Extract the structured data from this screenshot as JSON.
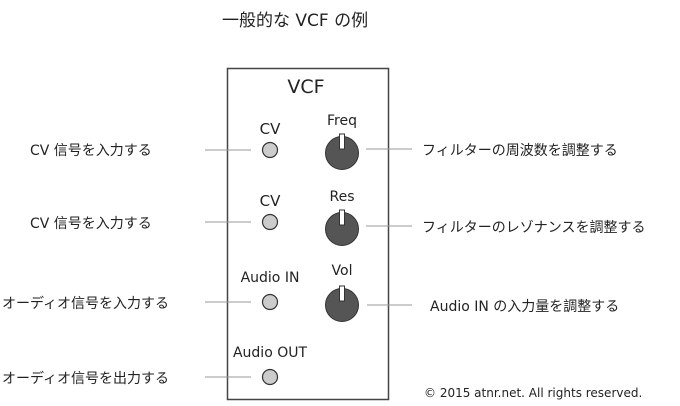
{
  "title": "一般的な VCF の例",
  "module": {
    "name": "VCF",
    "jacks": [
      {
        "label": "CV",
        "description": "CV 信号を入力する"
      },
      {
        "label": "CV",
        "description": "CV 信号を入力する"
      },
      {
        "label": "Audio IN",
        "description": "オーディオ信号を入力する"
      },
      {
        "label": "Audio OUT",
        "description": "オーディオ信号を出力する"
      }
    ],
    "knobs": [
      {
        "label": "Freq",
        "description": "フィルターの周波数を調整する"
      },
      {
        "label": "Res",
        "description": "フィルターのレゾナンスを調整する"
      },
      {
        "label": "Vol",
        "description": "Audio IN の入力量を調整する"
      }
    ]
  },
  "copyright": "© 2015 atnr.net. All rights reserved.",
  "colors": {
    "jack": "#cccccc",
    "knob": "#555555",
    "line": "#999999",
    "border": "#444444"
  }
}
